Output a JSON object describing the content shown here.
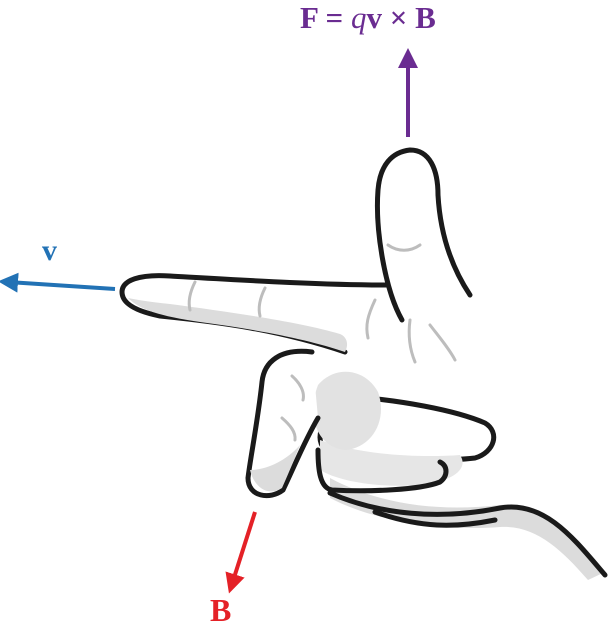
{
  "labels": {
    "force": {
      "prefix": "F = ",
      "charge": "q",
      "rest": "v × B"
    },
    "velocity": "v",
    "field": "B"
  },
  "colors": {
    "force": "#6a2c91",
    "velocity": "#2272b5",
    "field": "#e42127",
    "outline": "#1a1a1a",
    "shade": "#dcdcdc",
    "crease": "#bdbdbd"
  },
  "icons": {
    "hand": "right-hand-rule-icon"
  }
}
